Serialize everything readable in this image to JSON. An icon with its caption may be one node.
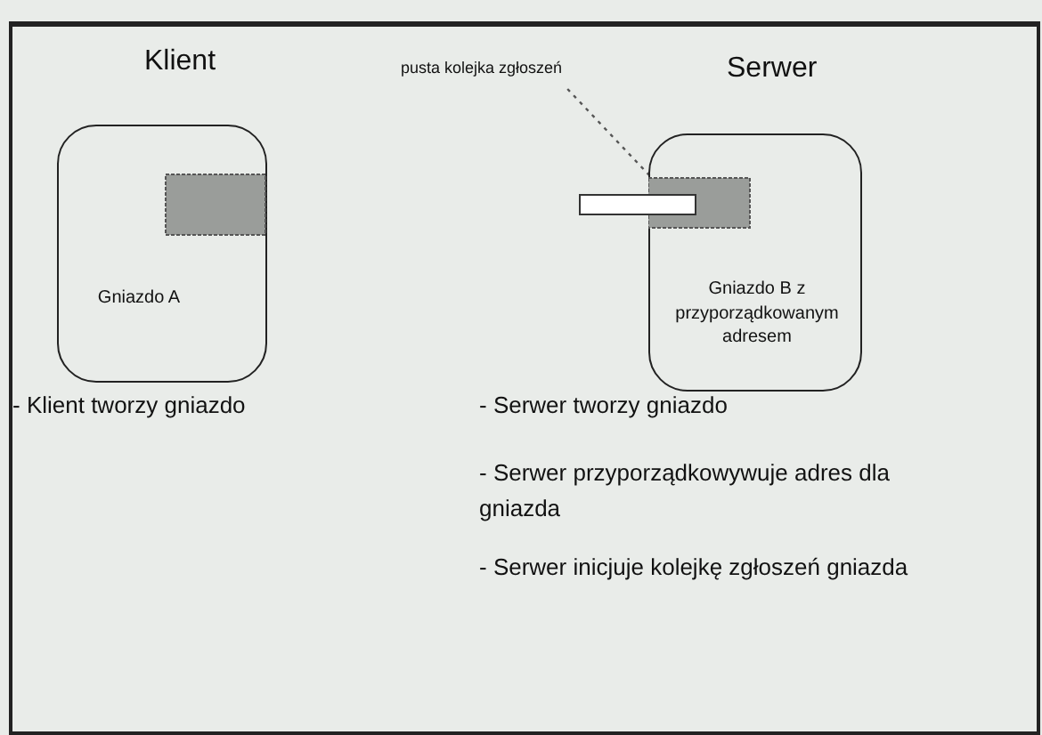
{
  "diagram": {
    "nodes": [
      {
        "text": [
          "Klient",
          "Gniazdo A"
        ]
      },
      {
        "text": [
          "Serwer",
          "Gniazdo B z przyporządkowanym adresem"
        ]
      },
      {
        "text": [
          "pusta kolejka zgłoszeń"
        ]
      },
      {
        "text": [],
        "shape": "bar"
      }
    ],
    "edges": [
      {
        "from": 2,
        "to": 3,
        "arrow": "none",
        "style": "dashed"
      }
    ],
    "labels": [
      "- Klient tworzy gniazdo",
      "- Serwer tworzy gniazdo",
      "- Serwer przyporządkowywuje adres dla gniazda",
      "- Serwer inicjuje kolejkę zgłoszeń gniazda"
    ]
  }
}
